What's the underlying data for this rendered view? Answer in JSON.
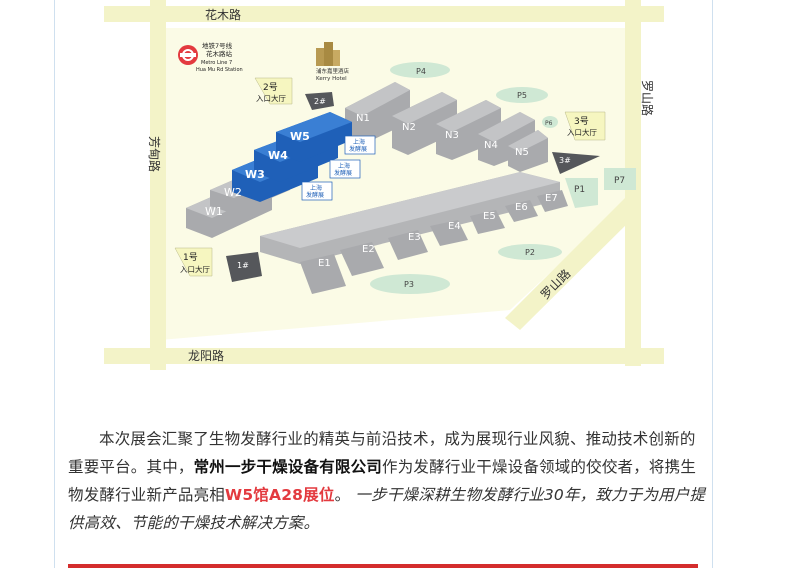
{
  "map": {
    "roads": {
      "north": "花木路",
      "south": "龙阳路",
      "west": "芳甸路",
      "east": "罗山路",
      "southeast": "罗山路"
    },
    "metro": {
      "line1": "地铁7号线",
      "line2": "花木路站",
      "line3": "Metro Line 7",
      "line4": "Hua Mu Rd Station"
    },
    "hotel": {
      "name_cn": "浦东嘉里酒店",
      "name_en": "Kerry Hotel"
    },
    "entrances": [
      {
        "num": "2号",
        "label": "入口大厅",
        "badge": "2#"
      },
      {
        "num": "3号",
        "label": "入口大厅",
        "badge": "3#"
      },
      {
        "num": "1号",
        "label": "入口大厅",
        "badge": "1#"
      }
    ],
    "halls_north": [
      "N1",
      "N2",
      "N3",
      "N4",
      "N5"
    ],
    "halls_west": [
      "W5",
      "W4",
      "W3",
      "W2",
      "W1"
    ],
    "halls_east": [
      "E1",
      "E2",
      "E3",
      "E4",
      "E5",
      "E6",
      "E7"
    ],
    "parking": [
      "P4",
      "P5",
      "P6",
      "P7",
      "P1",
      "P2",
      "P3"
    ],
    "expo_label": {
      "line1": "上海",
      "line2": "发酵展"
    }
  },
  "text": {
    "p1": "本次展会汇聚了生物发酵行业的精英与前沿技术，成为展现行业风貌、推动技术创新的重要平台。其中，",
    "company": "常州一步干燥设备有限公司",
    "p2": "作为发酵行业干燥设备领域的佼佼者，将携生物发酵行业新产品亮相",
    "booth": "W5馆A28展位",
    "p3": "。",
    "italic": "一步干燥深耕生物发酵行业30年，致力于为用户提供高效、节能的干燥技术解决方案。"
  },
  "colors": {
    "road": "#f3f3c8",
    "hall": "#a9aaad",
    "hall_dark": "#8b8c90",
    "blue_hall": "#1f60b8",
    "parking": "#cfe8d4",
    "accent_red": "#e33a3f"
  }
}
